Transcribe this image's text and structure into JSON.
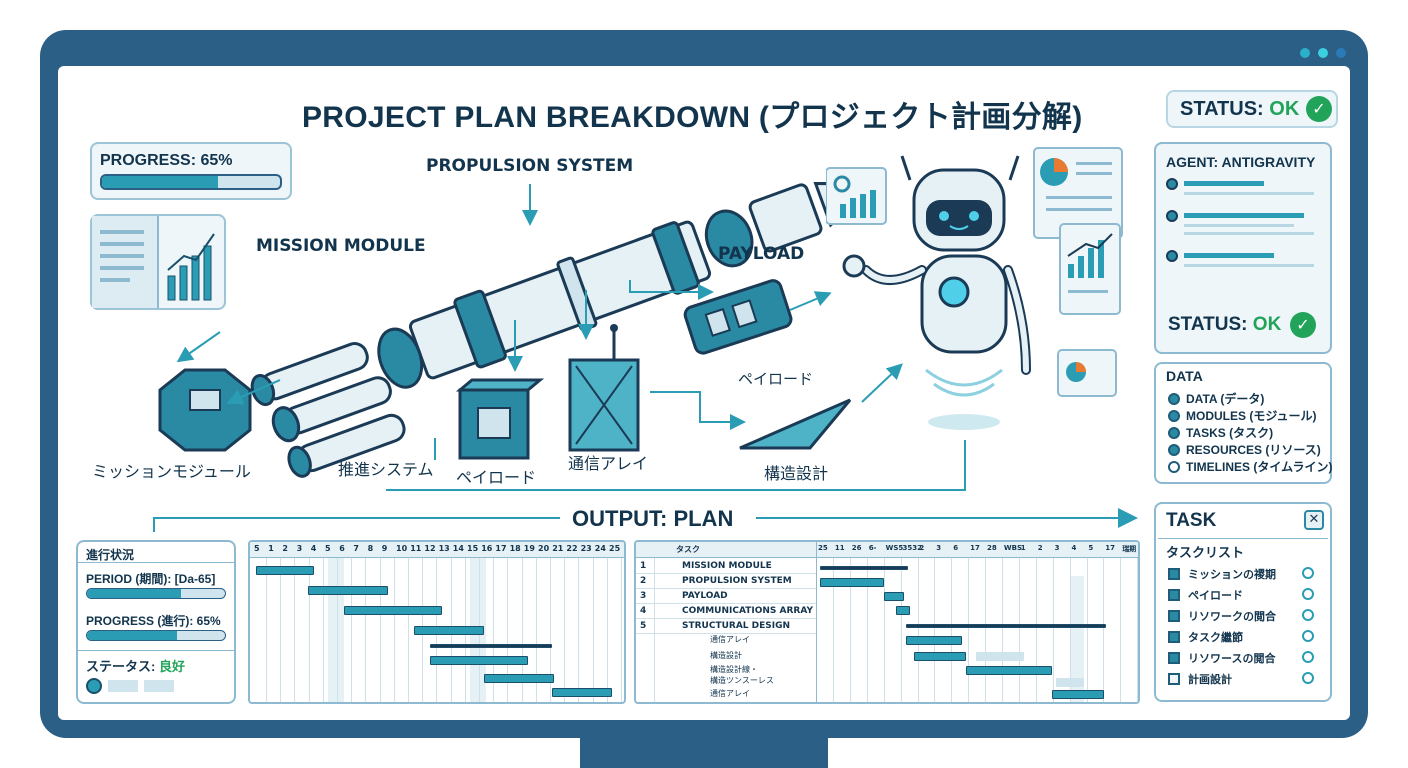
{
  "title": "PROJECT PLAN BREAKDOWN (プロジェクト計画分解)",
  "status": {
    "label": "STATUS:",
    "value": "OK"
  },
  "progress_top": {
    "label": "PROGRESS: 65%",
    "value": 0.65
  },
  "diagram_labels": {
    "propulsion": "PROPULSION SYSTEM",
    "mission": "MISSION MODULE",
    "payload": "PAYLOAD",
    "mission_jp": "ミッションモジュール",
    "propulsion_jp": "推進システム",
    "payload_jp_center": "ペイロード",
    "comms_jp": "通信アレイ",
    "payload_jp_right": "ペイロード",
    "structure_jp": "構造設計",
    "output": "OUTPUT: PLAN"
  },
  "agent_panel": {
    "title": "AGENT: ANTIGRAVITY",
    "status_label": "STATUS:",
    "status_value": "OK"
  },
  "data_panel": {
    "title": "DATA",
    "items": [
      {
        "label": "DATA (データ)",
        "filled": true
      },
      {
        "label": "MODULES (モジュール)",
        "filled": true
      },
      {
        "label": "TASKS (タスク)",
        "filled": true
      },
      {
        "label": "RESOURCES (リソース)",
        "filled": true
      },
      {
        "label": "TIMELINES (タイムライン)",
        "filled": false
      }
    ]
  },
  "status_panel": {
    "title": "進行状況",
    "period": "PERIOD (期間): [Da-65]",
    "progress_label": "PROGRESS (進行): 65%",
    "progress_value": 0.65,
    "status_label": "ステータス:",
    "status_value": "良好"
  },
  "gantt_left": {
    "days": [
      "5",
      "1",
      "2",
      "3",
      "4",
      "5",
      "6",
      "7",
      "8",
      "9",
      "10",
      "11",
      "12",
      "13",
      "14",
      "15",
      "16",
      "17",
      "18",
      "19",
      "20",
      "21",
      "22",
      "23",
      "24",
      "25"
    ]
  },
  "gantt_right": {
    "header_task": "タスク",
    "header_cols": [
      "25",
      "11",
      "26",
      "6-",
      "WS5",
      "3532",
      "2",
      "3",
      "6",
      "17",
      "28",
      "WBS",
      "1",
      "2",
      "3",
      "4",
      "5",
      "17",
      "瑞期"
    ],
    "tasks": [
      {
        "n": "1",
        "name": "MISSION MODULE"
      },
      {
        "n": "2",
        "name": "PROPULSION SYSTEM"
      },
      {
        "n": "3",
        "name": "PAYLOAD"
      },
      {
        "n": "4",
        "name": "COMMUNICATIONS ARRAY"
      },
      {
        "n": "5",
        "name": "STRUCTURAL DESIGN"
      }
    ],
    "subtasks": [
      "通信アレイ",
      "構造設計",
      "構造設計線・",
      "構造ツンスーレス",
      "通信アレイ"
    ]
  },
  "task_panel": {
    "title": "TASK",
    "subtitle": "タスクリスト",
    "items": [
      {
        "label": "ミッションの禝期",
        "filled": true
      },
      {
        "label": "ペイロード",
        "filled": true
      },
      {
        "label": "リソワークの閲合",
        "filled": true
      },
      {
        "label": "タスク繼節",
        "filled": true
      },
      {
        "label": "リソワースの閲合",
        "filled": true
      },
      {
        "label": "計画設計",
        "filled": false
      }
    ]
  },
  "colors": {
    "accent": "#2a9db5",
    "navy": "#12344d",
    "ok": "#22a35a",
    "frame": "#2c5f86"
  }
}
